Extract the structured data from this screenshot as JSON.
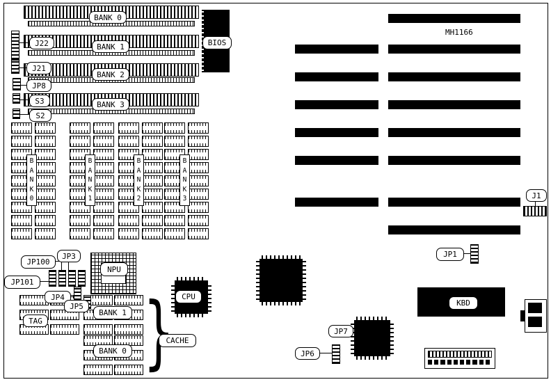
{
  "board": {
    "model": "MH1166"
  },
  "simm_banks": [
    "BANK 0",
    "BANK 1",
    "BANK 2",
    "BANK 3"
  ],
  "left_labels": [
    "J22",
    "J21",
    "JP8",
    "S3",
    "S2"
  ],
  "bios": "BIOS",
  "dram_bank_labels": [
    "BANK0",
    "BANK1",
    "BANK2",
    "BANK3"
  ],
  "npu": "NPU",
  "cpu": "CPU",
  "kbd": "KBD",
  "cache_labels": {
    "tag": "TAG",
    "bank1": "BANK 1",
    "bank0": "BANK 0",
    "cache": "CACHE",
    "brace": "}"
  },
  "jumper_labels": {
    "jp100": "JP100",
    "jp3": "JP3",
    "jp101": "JP101",
    "jp4": "JP4",
    "jp5": "JP5",
    "jp6": "JP6",
    "jp7": "JP7",
    "jp1": "JP1",
    "j1": "J1"
  }
}
